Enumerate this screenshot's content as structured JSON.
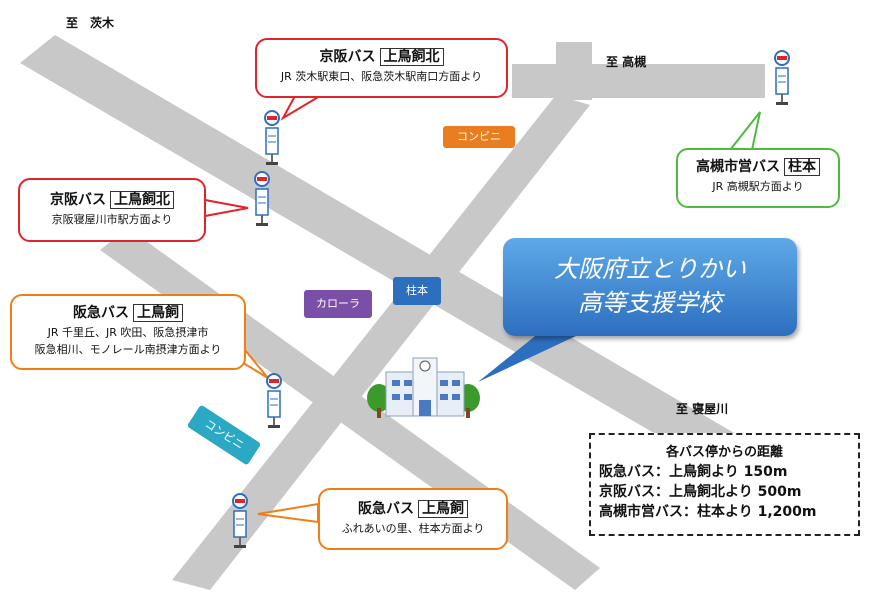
{
  "directions": {
    "ibaraki": "至　茨木",
    "takatsuki": "至 高槻",
    "neyagawa": "至 寝屋川"
  },
  "landmarks": {
    "convenience_1": "コンビニ",
    "convenience_2": "コンビニ",
    "corolla": "カローラ",
    "hashiramoto": "柱本"
  },
  "school": {
    "line1": "大阪府立とりかい",
    "line2": "高等支援学校"
  },
  "callouts": {
    "keihan_top": {
      "company": "京阪バス",
      "stop": "上鳥飼北",
      "note": "JR 茨木駅東口、阪急茨木駅南口方面より"
    },
    "keihan_left": {
      "company": "京阪バス",
      "stop": "上鳥飼北",
      "note": "京阪寝屋川市駅方面より"
    },
    "takatsuki": {
      "company": "高槻市営バス",
      "stop": "柱本",
      "note": "JR 高槻駅方面より"
    },
    "hankyu_left": {
      "company": "阪急バス",
      "stop": "上鳥飼",
      "note1": "JR 千里丘、JR 吹田、阪急摂津市",
      "note2": "阪急相川、モノレール南摂津方面より"
    },
    "hankyu_bottom": {
      "company": "阪急バス",
      "stop": "上鳥飼",
      "note": "ふれあいの里、柱本方面より"
    }
  },
  "distances": {
    "heading": "各バス停からの距離",
    "rows": [
      "阪急バス：上鳥飼より 150m",
      "京阪バス：上鳥飼北より 500m",
      "高槻市営バス：柱本より 1,200m"
    ]
  },
  "colors": {
    "road": "#c8c8c8",
    "keihan": "#e0242a",
    "hankyu": "#f07e14",
    "takatsuki": "#4bbd3a",
    "convenience_top": "#ea7d1f",
    "convenience_bottom": "#2ba8c4",
    "corolla": "#7b4fa8",
    "hashiramoto": "#2d6fbf"
  }
}
